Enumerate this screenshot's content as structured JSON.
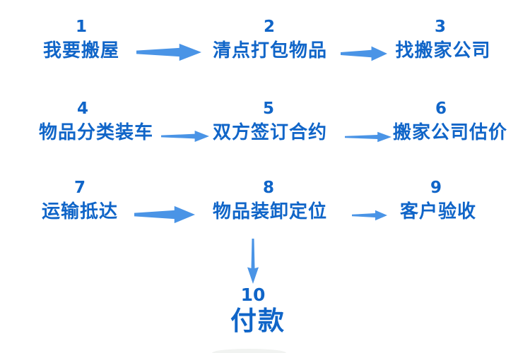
{
  "flowchart": {
    "title_semantic": "moving-house-process-flowchart",
    "colors": {
      "step_text": "#1065c8",
      "arrow": "#4a94e6",
      "background": "#ffffff"
    },
    "steps": [
      {
        "number": "1",
        "label": "我要搬屋"
      },
      {
        "number": "2",
        "label": "清点打包物品"
      },
      {
        "number": "3",
        "label": "找搬家公司"
      },
      {
        "number": "4",
        "label": "物品分类装车"
      },
      {
        "number": "5",
        "label": "双方签订合约"
      },
      {
        "number": "6",
        "label": "搬家公司估价"
      },
      {
        "number": "7",
        "label": "运输抵达"
      },
      {
        "number": "8",
        "label": "物品装卸定位"
      },
      {
        "number": "9",
        "label": "客户验收"
      },
      {
        "number": "10",
        "label": "付款"
      }
    ],
    "connections": [
      "1→2",
      "2→3",
      "4→5",
      "5→6",
      "7→8",
      "8→9",
      "8↓10"
    ]
  }
}
